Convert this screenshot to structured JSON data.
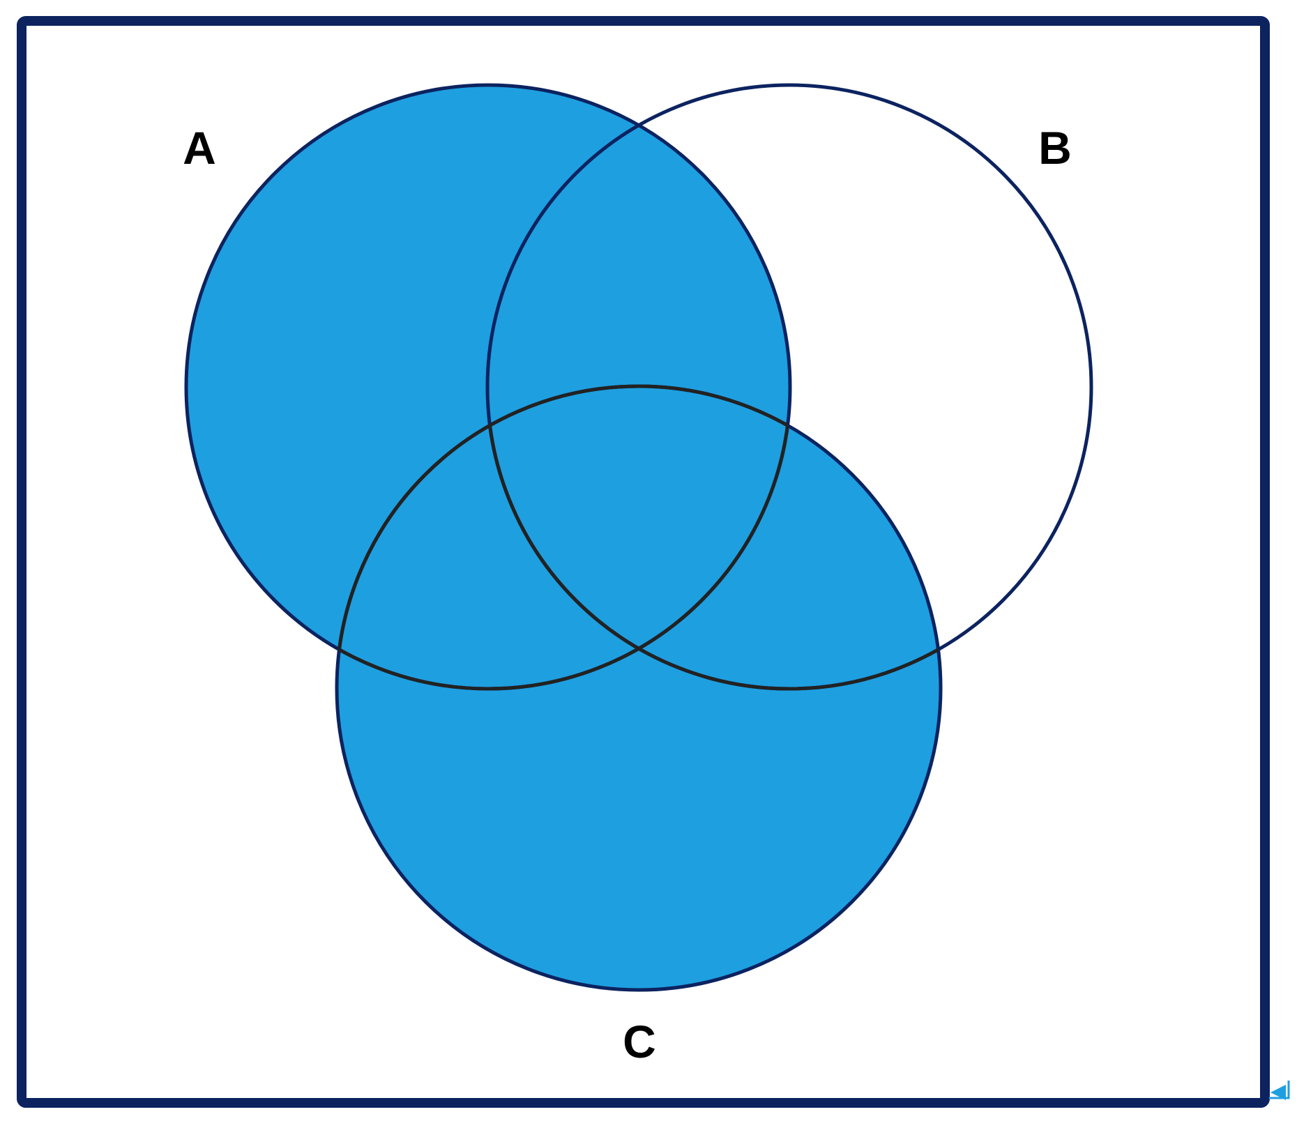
{
  "diagram": {
    "type": "venn-3",
    "sets": [
      {
        "id": "A",
        "label": "A",
        "shaded": true
      },
      {
        "id": "B",
        "label": "B",
        "shaded": false
      },
      {
        "id": "C",
        "label": "C",
        "shaded": true
      }
    ],
    "shaded_region": "A ∪ C"
  },
  "colors": {
    "fill": "#1e9fe0",
    "outline": "#0c2360",
    "inner_outline": "#222222",
    "frame": "#0c2360",
    "label": "#000000",
    "background": "#ffffff"
  },
  "corner_marker": {
    "icon": "corner-arrow-icon",
    "color": "#1e9fe0"
  }
}
